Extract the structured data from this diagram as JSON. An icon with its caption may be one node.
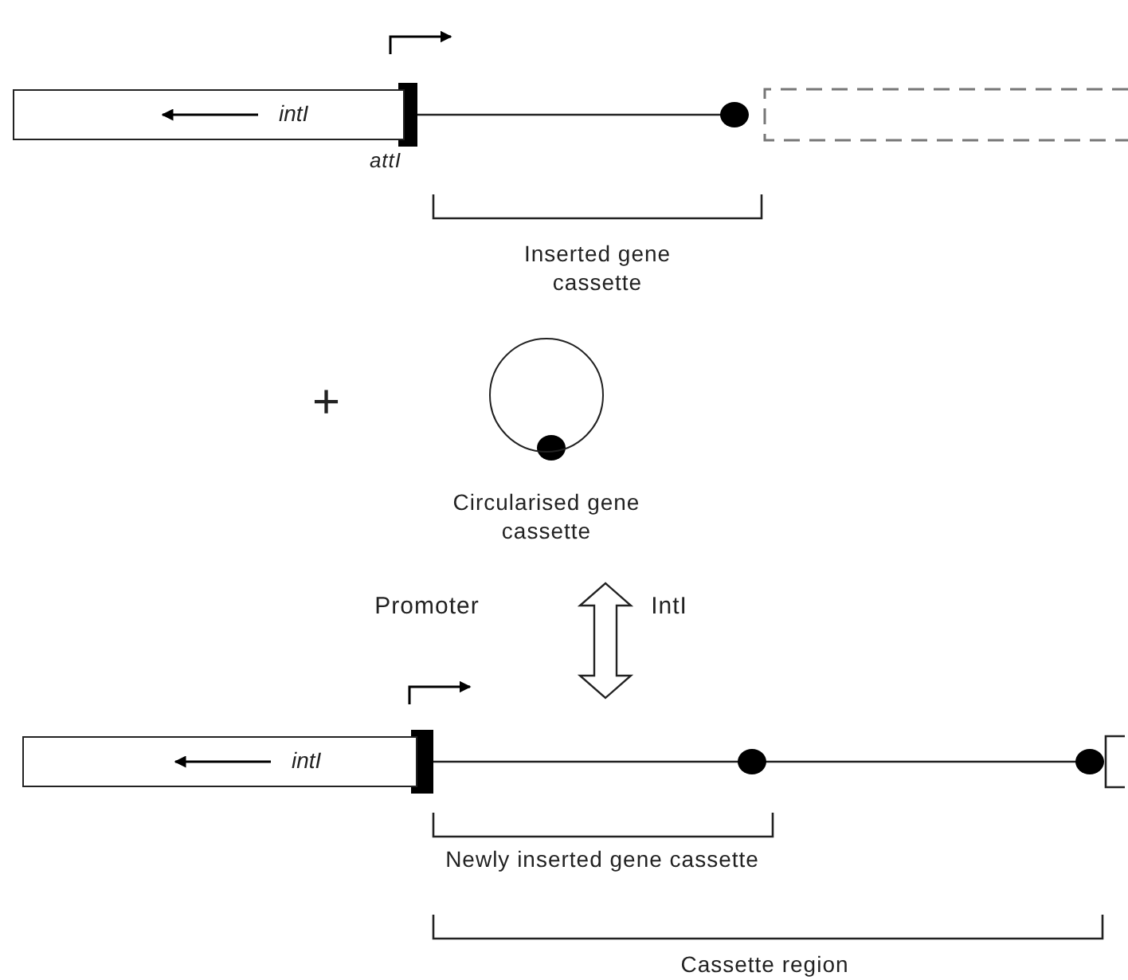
{
  "diagram": {
    "nodes": [
      {
        "text": [
          "intI"
        ]
      },
      {
        "text": [],
        "shape": "circle",
        "beside": [
          "Circularised gene cassette"
        ]
      },
      {
        "text": [
          "intI"
        ]
      }
    ],
    "labels": [
      "attI",
      "Inserted gene cassette",
      "+",
      "Promoter",
      "IntI",
      "Newly inserted gene cassette",
      "Cassette region"
    ]
  }
}
